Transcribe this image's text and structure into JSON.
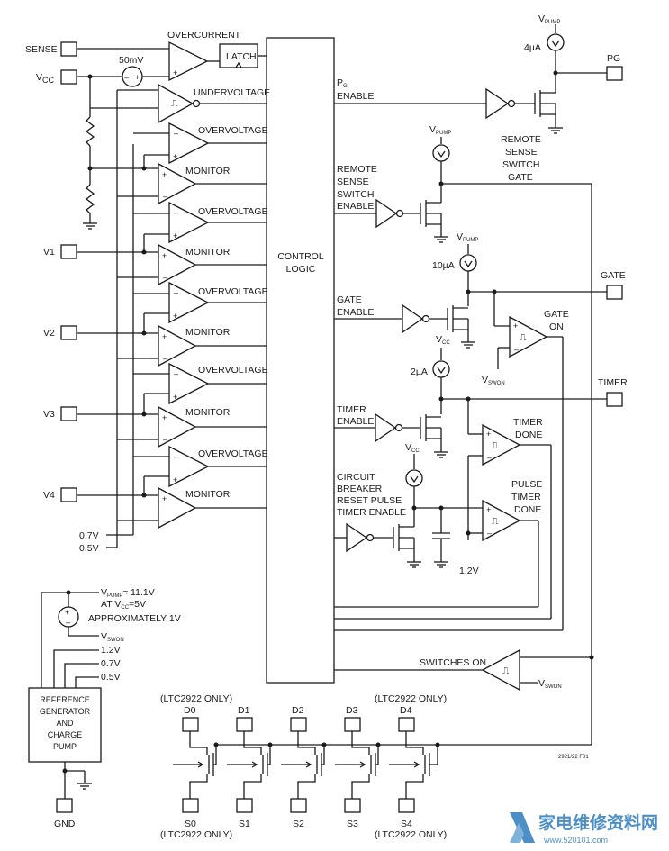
{
  "pins": {
    "sense": "SENSE",
    "vcc_main": "V",
    "vcc_sub": "CC",
    "v1": "V1",
    "v2": "V2",
    "v3": "V3",
    "v4": "V4",
    "pg": "PG",
    "gate": "GATE",
    "timer": "TIMER",
    "gnd": "GND",
    "d0": "D0",
    "d1": "D1",
    "d2": "D2",
    "d3": "D3",
    "d4": "D4",
    "s0": "S0",
    "s1": "S1",
    "s2": "S2",
    "s3": "S3",
    "s4": "S4"
  },
  "blocks": {
    "overcurrent": "OVERCURRENT",
    "latch": "LATCH",
    "undervoltage": "UNDERVOLTAGE",
    "overvoltage": "OVERVOLTAGE",
    "monitor": "MONITOR",
    "control_logic_1": "CONTROL",
    "control_logic_2": "LOGIC",
    "refgen": [
      "REFERENCE",
      "GENERATOR",
      "AND",
      "CHARGE",
      "PUMP"
    ]
  },
  "signals": {
    "pg_enable_1": "P",
    "pg_enable_sub": "G",
    "pg_enable_2": "ENABLE",
    "remote_sense_enable": [
      "REMOTE",
      "SENSE",
      "SWITCH",
      "ENABLE"
    ],
    "remote_sense_gate": [
      "REMOTE",
      "SENSE",
      "SWITCH",
      "GATE"
    ],
    "gate_enable": [
      "GATE",
      "ENABLE"
    ],
    "gate_on": [
      "GATE",
      "ON"
    ],
    "timer_enable": [
      "TIMER",
      "ENABLE"
    ],
    "timer_done": [
      "TIMER",
      "DONE"
    ],
    "cb_enable": [
      "CIRCUIT",
      "BREAKER",
      "RESET PULSE",
      "TIMER ENABLE"
    ],
    "pulse_timer_done": [
      "PULSE",
      "TIMER",
      "DONE"
    ],
    "switches_on": "SWITCHES ON",
    "vpump_main": "V",
    "vpump_sub": "PUMP",
    "vswon_sub": "SWON",
    "vcc_sub": "CC"
  },
  "values": {
    "offset": "50mV",
    "i_pg": "4µA",
    "i_gate": "10µA",
    "i_timer": "2µA",
    "ref_12": "1.2V",
    "ref_07": "0.7V",
    "ref_05": "0.5V",
    "vpump_note": "≈ 11.1V",
    "vcc_note_1": "AT V",
    "vcc_note_2": "=5V",
    "approx": "APPROXIMATELY 1V",
    "only_0": "(LTC2922 ONLY)",
    "fig_id": "2921/22 F01"
  },
  "watermark": {
    "cn": "家电维修资料网",
    "site": "www.520101.com"
  }
}
